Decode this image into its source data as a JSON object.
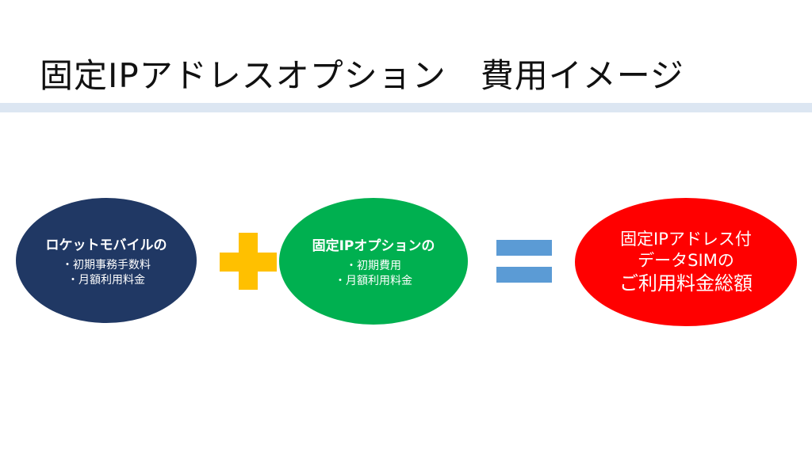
{
  "title": "固定IPアドレスオプション　費用イメージ",
  "left": {
    "heading": "ロケットモバイルの",
    "items": [
      "・初期事務手数料",
      "・月額利用料金"
    ]
  },
  "middle": {
    "heading": "固定IPオプションの",
    "items": [
      "・初期費用",
      "・月額利用料金"
    ]
  },
  "result": {
    "lines": [
      "固定IPアドレス付",
      "データSIMの",
      "ご利用料金総額"
    ]
  },
  "colors": {
    "left": "#203864",
    "middle": "#00b050",
    "result": "#ff0000",
    "plus": "#ffc000",
    "equals": "#5b9bd5"
  }
}
